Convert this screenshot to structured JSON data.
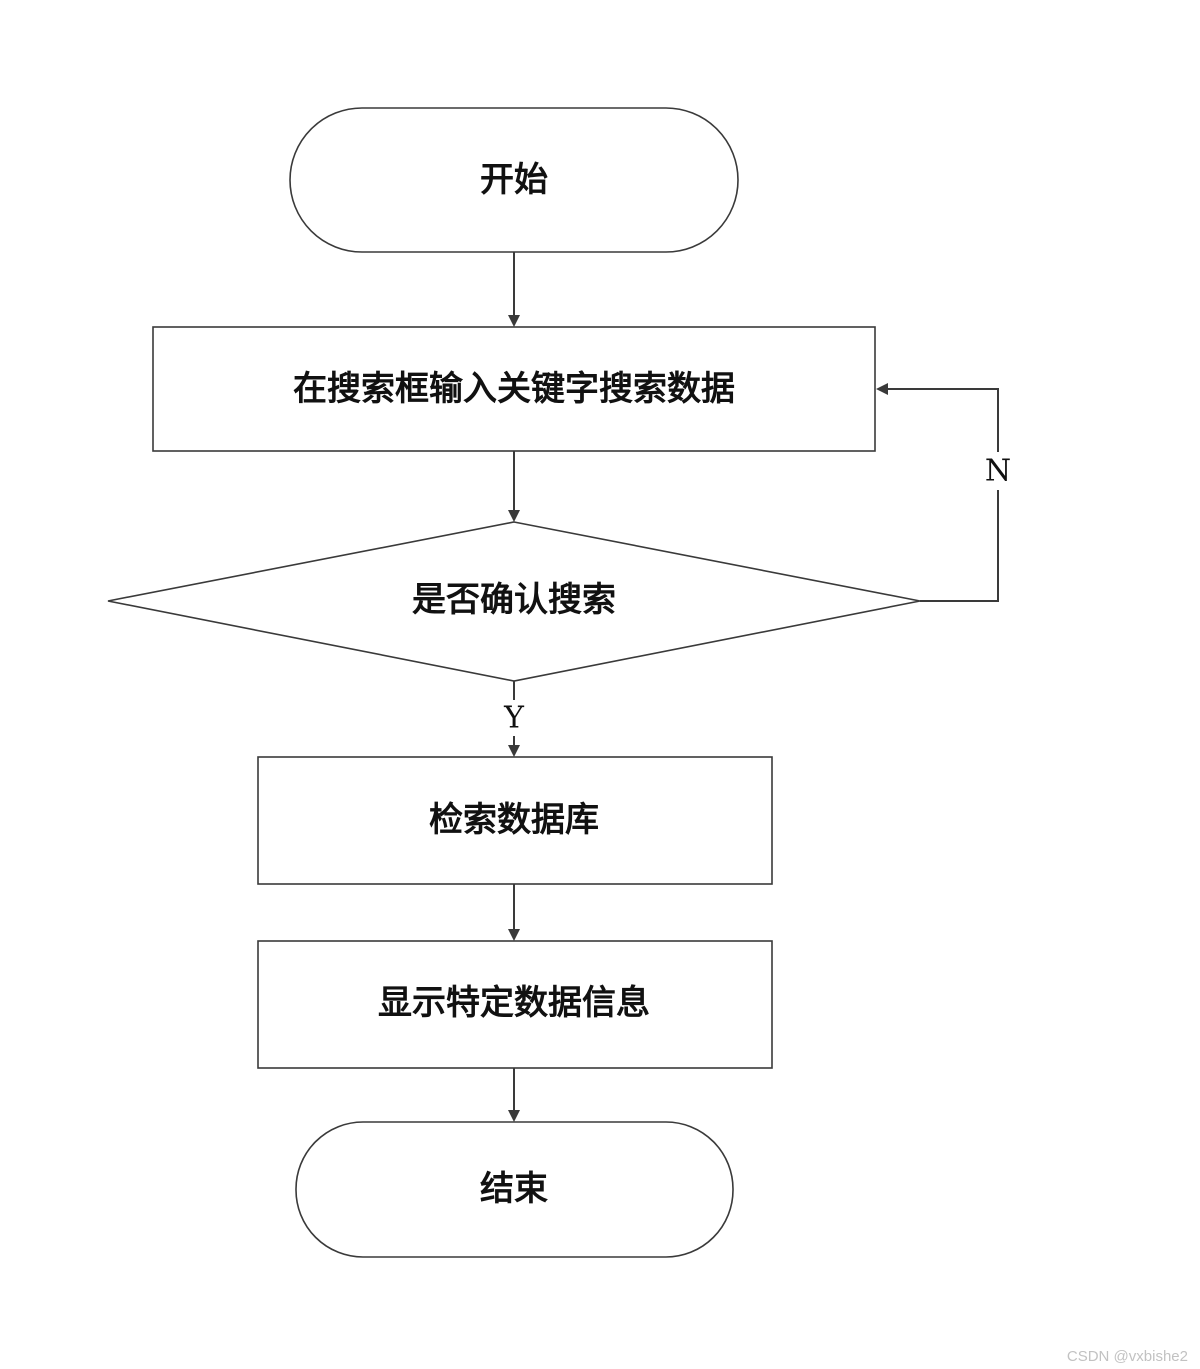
{
  "nodes": {
    "start": "开始",
    "input": "在搜索框输入关键字搜索数据",
    "decision": "是否确认搜索",
    "retrieve": "检索数据库",
    "display": "显示特定数据信息",
    "end": "结束"
  },
  "edges": {
    "yes_label": "Y",
    "no_label": "N"
  },
  "watermark": "CSDN @vxbishe2",
  "colors": {
    "stroke": "#3a3a3a",
    "text": "#111111",
    "watermark": "#c2c2c2"
  }
}
